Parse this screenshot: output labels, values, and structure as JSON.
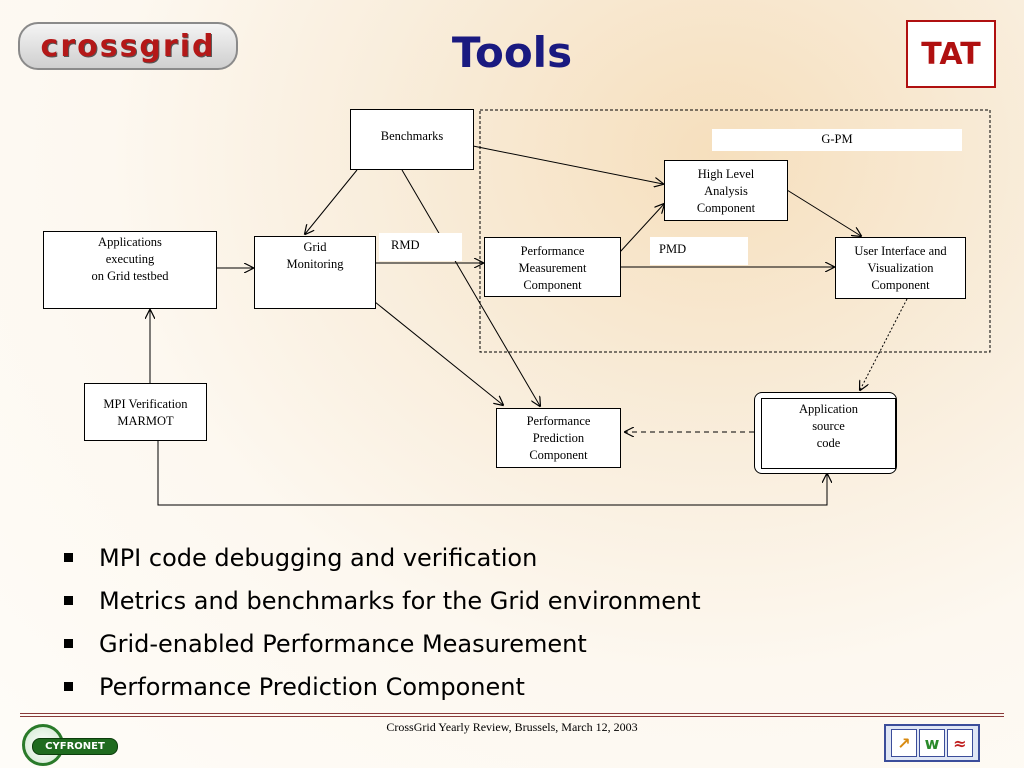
{
  "header": {
    "logo_text": "crossgrid",
    "title": "Tools",
    "badge": "TAT"
  },
  "diagram": {
    "boxes": {
      "benchmarks": "Benchmarks",
      "gpm": "G-PM",
      "high_level": "High Level\nAnalysis\nComponent",
      "applications": "Applications\nexecuting\non Grid testbed",
      "grid_monitoring": "Grid\nMonitoring",
      "rmd": "RMD",
      "perf_measurement": "Performance\nMeasurement\nComponent",
      "pmd": "PMD",
      "ui_vis": "User Interface and\nVisualization\nComponent",
      "mpi_verification": "MPI Verification\nMARMOT",
      "perf_prediction": "Performance\nPrediction\nComponent",
      "app_source": "Application\nsource\ncode"
    }
  },
  "bullets": [
    "MPI code debugging and verification",
    "Metrics and benchmarks for the Grid environment",
    "Grid-enabled Performance Measurement",
    "Performance Prediction Component"
  ],
  "footer": {
    "text": "CrossGrid Yearly Review,  Brussels, March 12, 2003",
    "left_logo": "CYFRONET",
    "right_logo_tiles": [
      "↗",
      "w",
      "≈"
    ]
  }
}
